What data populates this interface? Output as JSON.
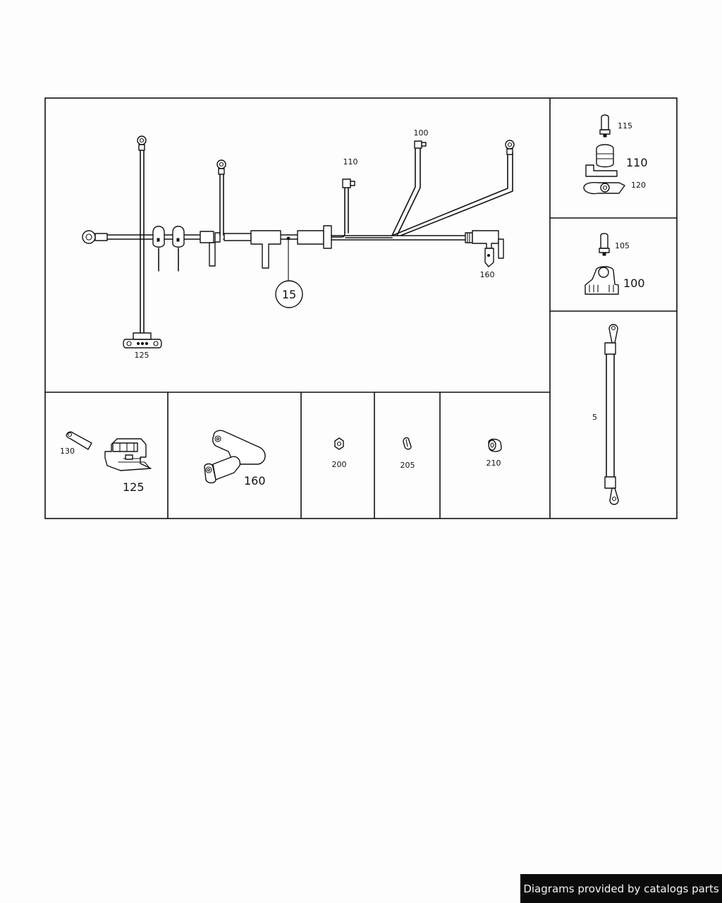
{
  "callouts": {
    "c15": "15",
    "c100": "100",
    "c110": "110",
    "c125": "125",
    "c160": "160",
    "p115": "115",
    "p110": "110",
    "p120": "120",
    "p105": "105",
    "p100": "100",
    "p5": "5",
    "p130": "130",
    "p125": "125",
    "p160": "160",
    "p200": "200",
    "p205": "205",
    "p210": "210"
  },
  "footer": {
    "credit": "Diagrams provided by catalogs parts"
  },
  "colors": {
    "ink": "#111111",
    "paper": "#fdfdfd",
    "credit_bg": "#0b0b0b",
    "credit_text": "#f5f5f5"
  }
}
